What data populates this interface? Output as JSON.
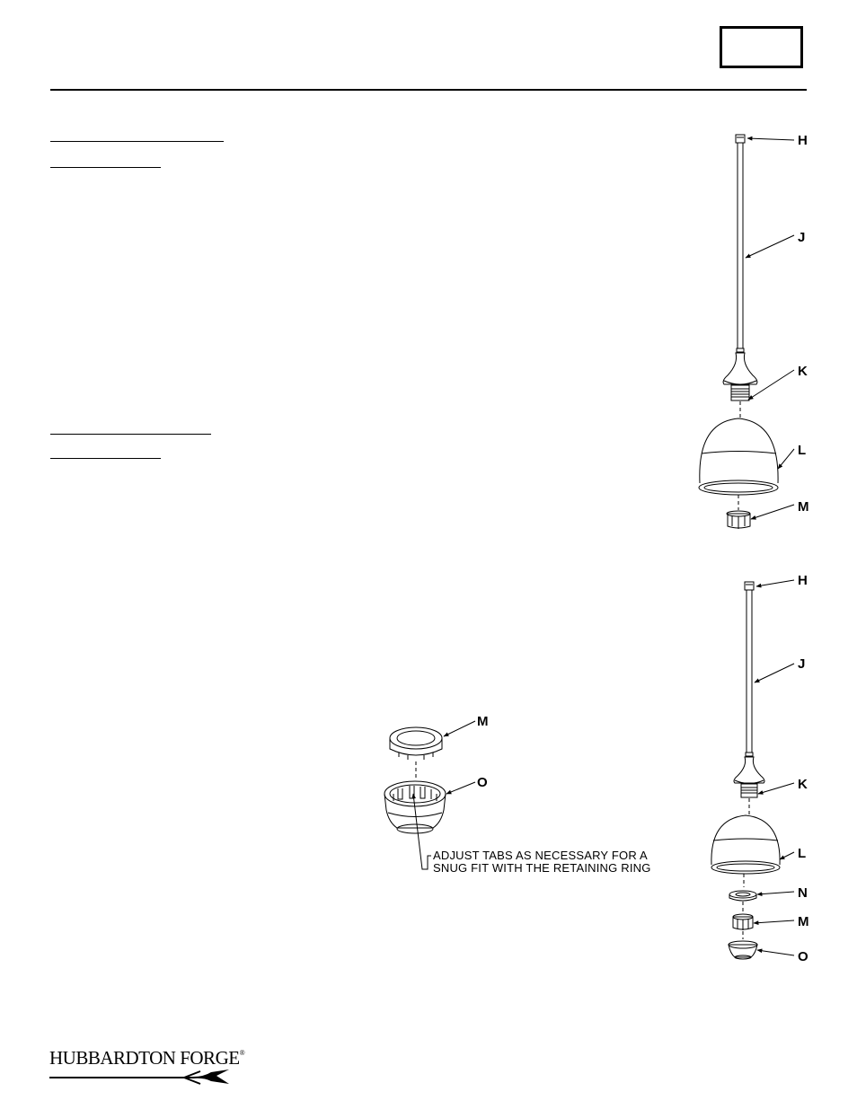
{
  "parts": {
    "H": "H",
    "J": "J",
    "K": "K",
    "L": "L",
    "M": "M",
    "N": "N",
    "O": "O"
  },
  "note": {
    "line1": "ADJUST TABS AS NECESSARY FOR A",
    "line2": "SNUG FIT WITH THE RETAINING RING"
  },
  "logo": {
    "text": "HUBBARDTON FORGE",
    "reg": "®"
  }
}
